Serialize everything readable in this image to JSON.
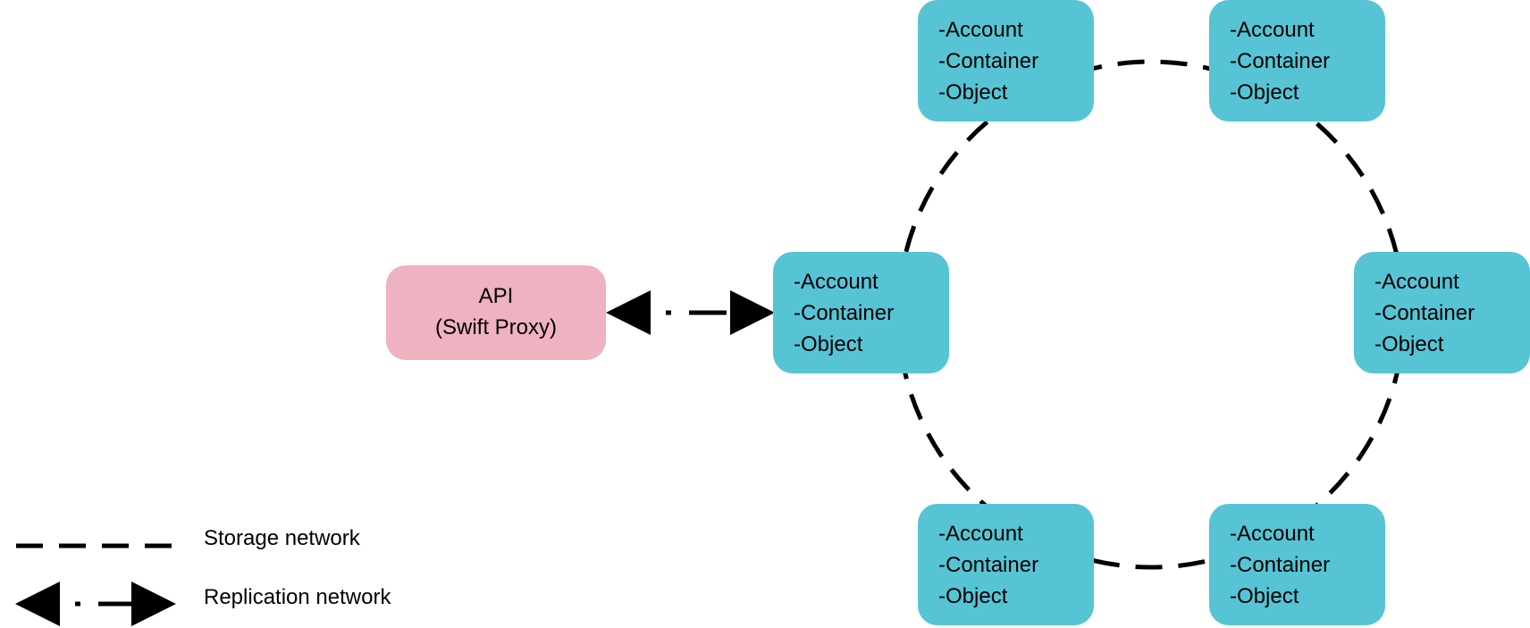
{
  "colors": {
    "storage_node": "#56C4D4",
    "api_node": "#EEB2C0",
    "line": "#000000"
  },
  "api": {
    "line1": "API",
    "line2": "(Swift Proxy)"
  },
  "storage_nodes": [
    {
      "line1": "-Account",
      "line2": "-Container",
      "line3": "-Object"
    },
    {
      "line1": "-Account",
      "line2": "-Container",
      "line3": "-Object"
    },
    {
      "line1": "-Account",
      "line2": "-Container",
      "line3": "-Object"
    },
    {
      "line1": "-Account",
      "line2": "-Container",
      "line3": "-Object"
    },
    {
      "line1": "-Account",
      "line2": "-Container",
      "line3": "-Object"
    },
    {
      "line1": "-Account",
      "line2": "-Container",
      "line3": "-Object"
    }
  ],
  "legend": {
    "storage": "Storage network",
    "replication": "Replication network"
  }
}
